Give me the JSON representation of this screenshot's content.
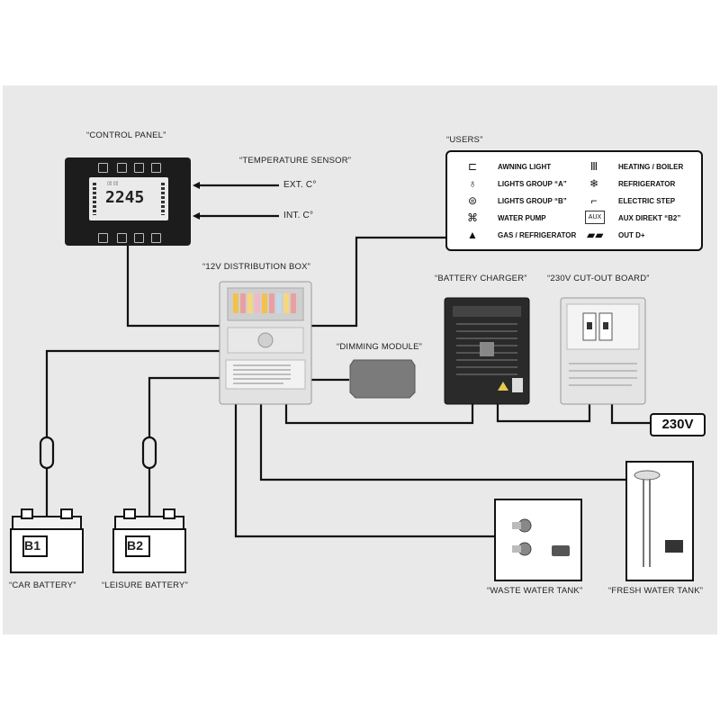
{
  "labels": {
    "control_panel": "“CONTROL PANEL”",
    "temperature_sensor": "“TEMPERATURE SENSOR”",
    "ext": "EXT. C°",
    "int": "INT. C°",
    "users": "“USERS”",
    "distribution_box": "“12V DISTRIBUTION BOX”",
    "battery_charger": "“BATTERY CHARGER”",
    "cutout_board": "“230V CUT-OUT BOARD”",
    "dimming_module": "“DIMMING MODULE”",
    "car_battery": "“CAR BATTERY”",
    "leisure_battery": "“LEISURE BATTERY”",
    "waste_water_tank": "“WASTE WATER TANK”",
    "fresh_water_tank": "“FRESH WATER TANK”",
    "mains": "230V",
    "battery_b1": "B1",
    "battery_b2": "B2",
    "display_value": "2245"
  },
  "users": {
    "left": [
      {
        "icon": "awning-light-icon",
        "label": "AWNING LIGHT"
      },
      {
        "icon": "lightbulb-icon",
        "label": "LIGHTS GROUP “A”"
      },
      {
        "icon": "lightbulb-icon",
        "label": "LIGHTS GROUP “B”"
      },
      {
        "icon": "water-pump-icon",
        "label": "WATER PUMP"
      },
      {
        "icon": "flame-icon",
        "label": "GAS / REFRIGERATOR"
      }
    ],
    "right": [
      {
        "icon": "radiator-icon",
        "label": "HEATING / BOILER"
      },
      {
        "icon": "snowflake-icon",
        "label": "REFRIGERATOR"
      },
      {
        "icon": "step-icon",
        "label": "ELECTRIC STEP"
      },
      {
        "icon": "aux-icon",
        "label": "AUX DIREKT “B2”",
        "badge": "AUX"
      },
      {
        "icon": "battery-pair-icon",
        "label": "OUT D+"
      }
    ]
  },
  "colors": {
    "wire": "#111111",
    "background": "#e9e9e9",
    "panel": "#1c1c1c",
    "charger": "#2a2a2a",
    "device_body": "#dcdcdc"
  }
}
